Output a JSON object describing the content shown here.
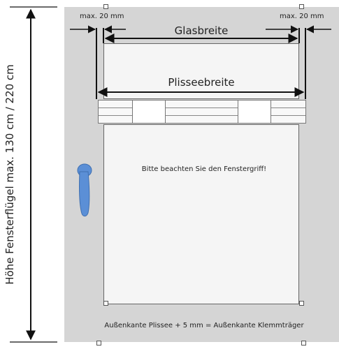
{
  "labels": {
    "height": "Höhe Fensterflügel max. 130 cm / 220 cm",
    "max_left": "max. 20 mm",
    "max_right": "max. 20 mm",
    "glasbreite": "Glasbreite",
    "plisseebreite": "Plisseebreite",
    "hint": "Bitte beachten Sie den Fenstergriff!",
    "bottom": "Außenkante Plissee + 5 mm = Außenkante Klemmträger"
  },
  "colors": {
    "frame": "#d5d5d5",
    "glass": "#f5f5f5",
    "handle": "#5b8fd6",
    "handle_stroke": "#3f6fb0",
    "arrow": "#111111"
  },
  "icons": {
    "handle": "window-handle-icon"
  }
}
